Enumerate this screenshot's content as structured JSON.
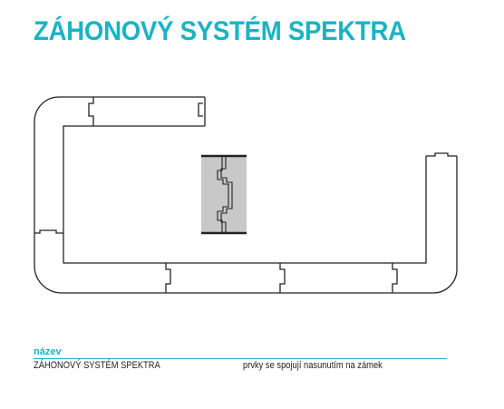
{
  "header": {
    "title": "ZÁHONOVÝ SYSTÉM SPEKTRA"
  },
  "info": {
    "label": "název",
    "name": "ZÁHONOVÝ SYSTÉM SPEKTRA",
    "description": "prvky se spojují nasunutím na zámek"
  },
  "colors": {
    "accent": "#1ab3c3",
    "line": "#222222",
    "detail_fill": "#c8c8c8"
  }
}
